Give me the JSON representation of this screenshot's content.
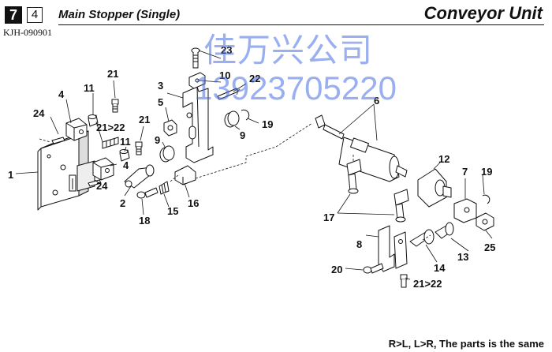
{
  "header": {
    "page_number": "7",
    "sub_number": "4",
    "title": "Main Stopper (Single)",
    "unit": "Conveyor Unit",
    "code": "KJH-090901"
  },
  "watermark": {
    "line1": "佳万兴公司",
    "line2": "13923705220"
  },
  "footer": {
    "note": "R>L, L>R, The parts is the same"
  },
  "callouts": {
    "c1": "1",
    "c2": "2",
    "c3": "3",
    "c4a": "4",
    "c4b": "4",
    "c5": "5",
    "c6": "6",
    "c7": "7",
    "c8": "8",
    "c9a": "9",
    "c9b": "9",
    "c10": "10",
    "c11a": "11",
    "c11b": "11",
    "c12": "12",
    "c13": "13",
    "c14": "14",
    "c15": "15",
    "c16": "16",
    "c17": "17",
    "c18": "18",
    "c19a": "19",
    "c19b": "19",
    "c20": "20",
    "c21a": "21",
    "c21b": "21",
    "c21c": "21>22",
    "c21d": "21>22",
    "c22": "22",
    "c23": "23",
    "c24a": "24",
    "c24b": "24",
    "c25": "25"
  },
  "colors": {
    "line": "#111111",
    "watermark": "#466ee1"
  }
}
